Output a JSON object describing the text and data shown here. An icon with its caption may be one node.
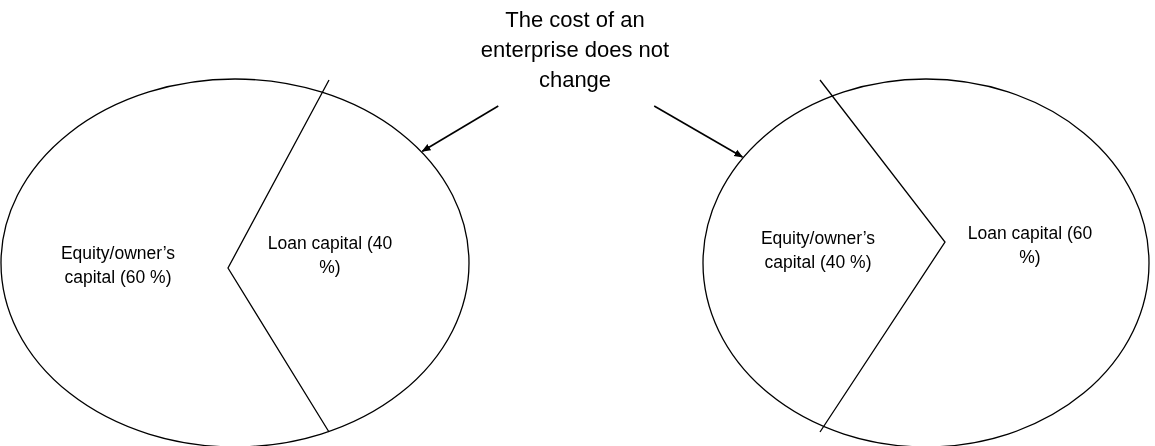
{
  "diagram": {
    "nodes": [
      {
        "text": [
          "The cost of an enterprise does not change"
        ]
      },
      {
        "text": [
          "Equity/owner’s capital (60 %)",
          "Loan capital (40 %)"
        ]
      },
      {
        "text": [
          "Equity/owner’s capital (40 %)",
          "Loan capital (60 %)"
        ]
      }
    ],
    "edges": [
      {
        "from": 0,
        "to": 1,
        "arrow": "to"
      },
      {
        "from": 0,
        "to": 2,
        "arrow": "to"
      }
    ]
  }
}
